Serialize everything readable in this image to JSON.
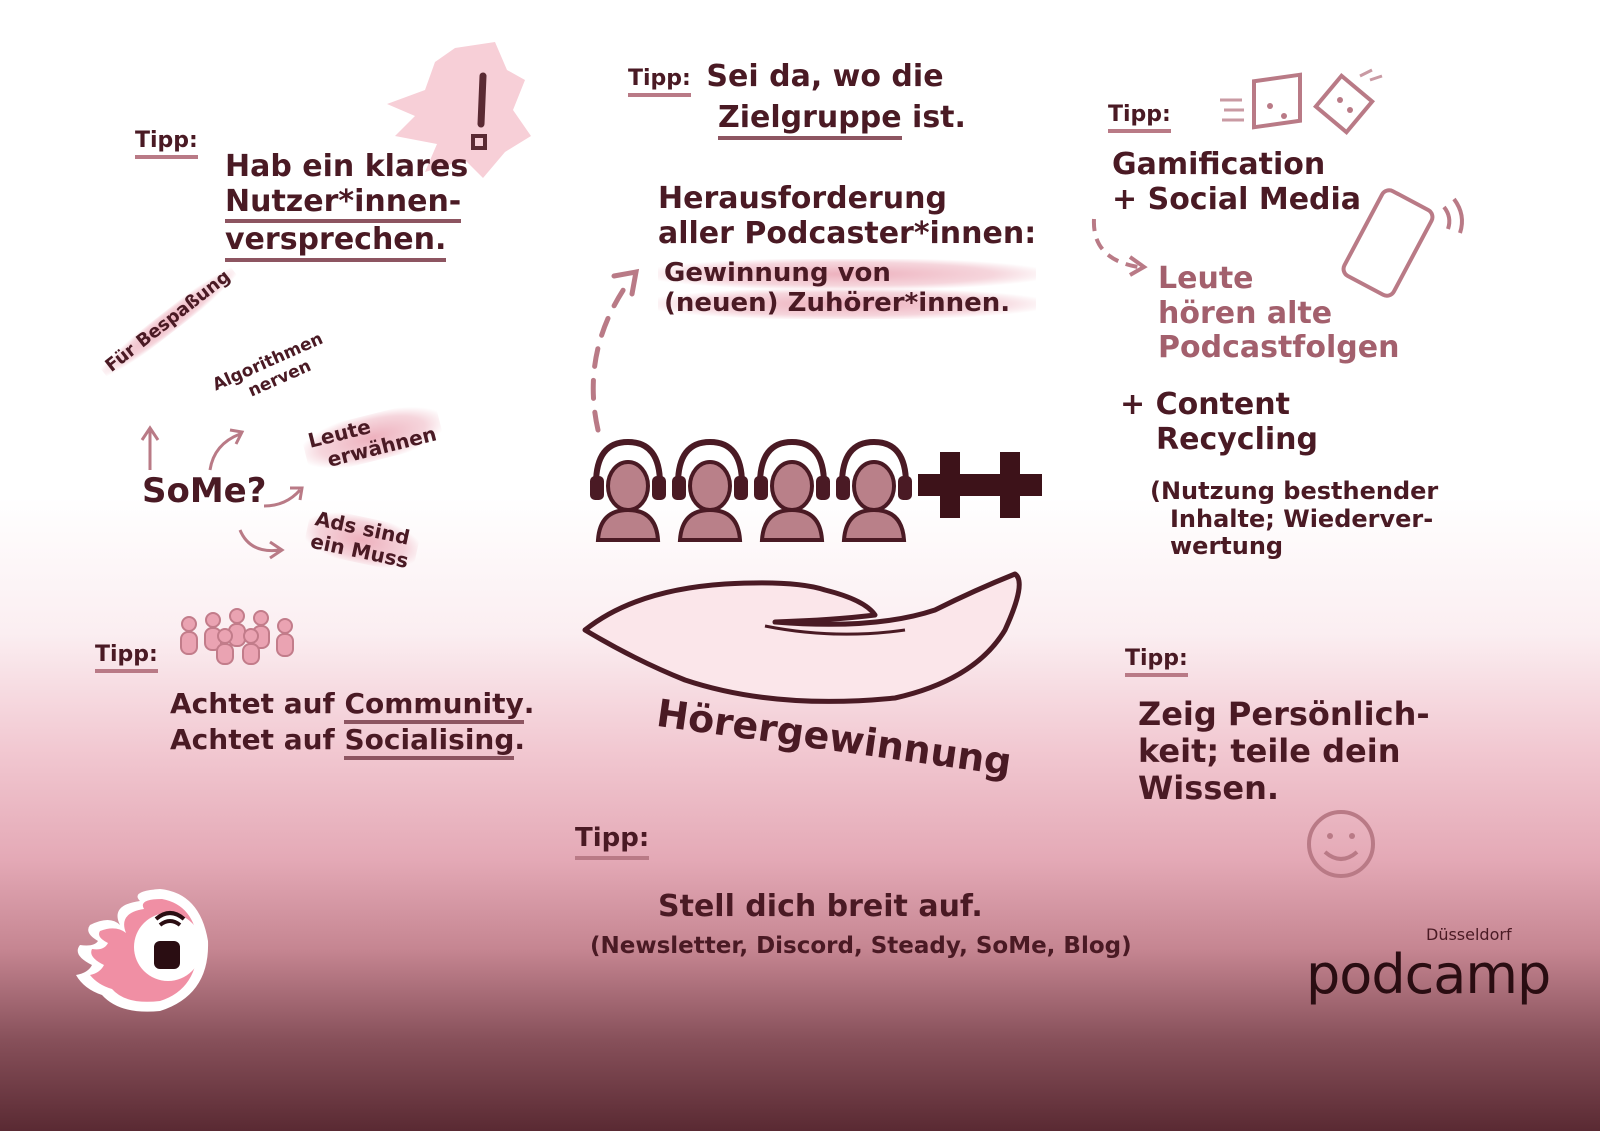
{
  "tips": {
    "label": "Tipp:",
    "promise": {
      "line1": "Hab ein klares",
      "line2": "Nutzer*innen-",
      "line3": "versprechen."
    },
    "target": {
      "line1": "Sei da, wo die",
      "line2": "Zielgruppe",
      "line2b": "ist."
    },
    "gamification": {
      "line1": "Gamification",
      "line2": "+ Social Media"
    },
    "community": {
      "line1a": "Achtet auf",
      "line1b": "Community",
      "line2a": "Achtet auf",
      "line2b": "Socialising"
    },
    "personality": {
      "line1": "Zeig Persönlich-",
      "line2": "keit; teile dein",
      "line3": "Wissen."
    },
    "broad": {
      "line1": "Stell dich breit auf.",
      "line2": "(Newsletter, Discord, Steady, SoMe, Blog)"
    }
  },
  "challenge": {
    "line1": "Herausforderung",
    "line2": "aller Podcaster*innen:",
    "line3": "Gewinnung von",
    "line4": "(neuen) Zuhörer*innen."
  },
  "recycle": {
    "a1": "Leute",
    "a2": "hören alte",
    "a3": "Podcastfolgen",
    "b1": "+ Content",
    "b2": "Recycling",
    "c1": "(Nutzung besthender",
    "c2": "Inhalte; Wiederver-",
    "c3": "wertung"
  },
  "some": {
    "center": "SoMe?",
    "fun": "Für Bespaßung",
    "algo1": "Algorithmen",
    "algo2": "nerven",
    "people1": "Leute",
    "people2": "erwähnen",
    "ads1": "Ads sind",
    "ads2": "ein Muss"
  },
  "hand_label": "Hörergewinnung",
  "logo": {
    "city": "Düsseldorf",
    "name": "podcamp"
  },
  "colors": {
    "dark": "#4a1a24",
    "accent": "#b97a86",
    "highlight": "#eaa3b2",
    "plus": "#3d1219"
  }
}
